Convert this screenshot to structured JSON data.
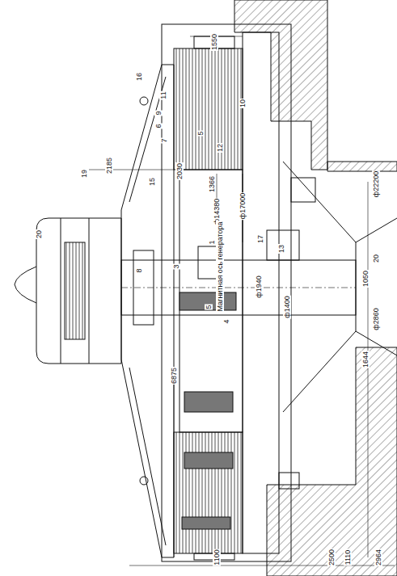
{
  "diagram": {
    "labels": [
      "1550",
      "16",
      "11",
      "9",
      "6",
      "5",
      "7",
      "10",
      "12",
      "2185",
      "2030",
      "15",
      "19",
      "1366",
      "ф14380",
      "ф17000",
      "ф22200",
      "Магнитная ось генератора",
      "20",
      "1",
      "3",
      "8",
      "5",
      "13",
      "17",
      "20",
      "1050",
      "ф1940",
      "ф1400",
      "ф2860",
      "1644",
      "6875",
      "1100",
      "1110",
      "2500",
      "2964",
      "4"
    ]
  }
}
